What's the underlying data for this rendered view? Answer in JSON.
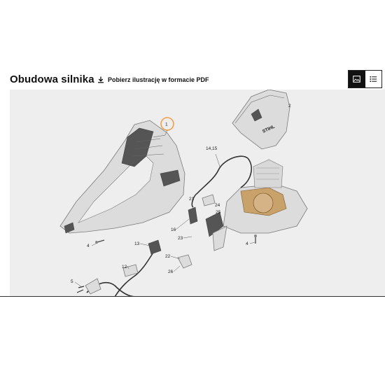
{
  "page": {
    "title": "Obudowa silnika",
    "download_label": "Pobierz ilustrację w formacie PDF",
    "download_icon": "download-icon"
  },
  "view_toggle": {
    "image_view_icon": "image-view-icon",
    "list_view_icon": "list-view-icon",
    "active": "image"
  },
  "illustration": {
    "callouts": {
      "c1": "1",
      "c2": "2",
      "c4a": "4",
      "c4b": "4",
      "c5": "5",
      "c12": "12",
      "c13": "13",
      "c1415": "14,15",
      "c16": "16",
      "c21": "21",
      "c22": "22",
      "c23": "23",
      "c24": "24",
      "c25": "25",
      "c26": "26"
    },
    "brand_text": "STIHL",
    "highlight_color": "#f0a04b"
  }
}
